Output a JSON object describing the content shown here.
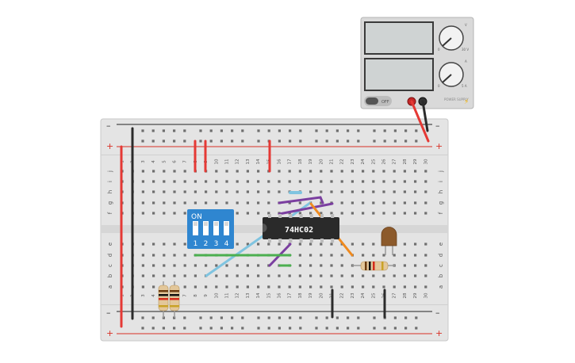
{
  "power_supply": {
    "toggle_label": "OFF",
    "knob_top": {
      "min_label": "0",
      "max_label": "30 V",
      "icon_label": "V"
    },
    "knob_bottom": {
      "min_label": "0",
      "max_label": "5 A",
      "icon_label": "A"
    },
    "brand_text": "POWER SUPPLY"
  },
  "breadboard": {
    "rail_minus": "–",
    "rail_plus": "+",
    "column_numbers": [
      "1",
      "2",
      "3",
      "4",
      "5",
      "6",
      "7",
      "8",
      "9",
      "10",
      "11",
      "12",
      "13",
      "14",
      "15",
      "16",
      "17",
      "18",
      "19",
      "20",
      "21",
      "22",
      "23",
      "24",
      "25",
      "26",
      "27",
      "28",
      "29",
      "30"
    ],
    "top_row_letters": [
      "j",
      "i",
      "h",
      "g",
      "f"
    ],
    "bottom_row_letters": [
      "e",
      "d",
      "c",
      "b",
      "a"
    ]
  },
  "ic": {
    "label": "74HC02"
  },
  "dip_switch": {
    "on_label": "ON",
    "switch_numbers": [
      "1",
      "2",
      "3",
      "4"
    ]
  },
  "colors": {
    "board": "#e4e4e4",
    "rail_red": "#d93025",
    "rail_black": "#222222",
    "wire_red": "#e53935",
    "wire_black": "#2b2b2b",
    "wire_blue": "#7fc4e0",
    "wire_purple": "#7b3fa0",
    "wire_orange": "#ef8a1f",
    "wire_green": "#4caf50",
    "dip_blue": "#2f86d0",
    "ic_body": "#2a2a2a",
    "led_brown": "#8c5a2b"
  }
}
